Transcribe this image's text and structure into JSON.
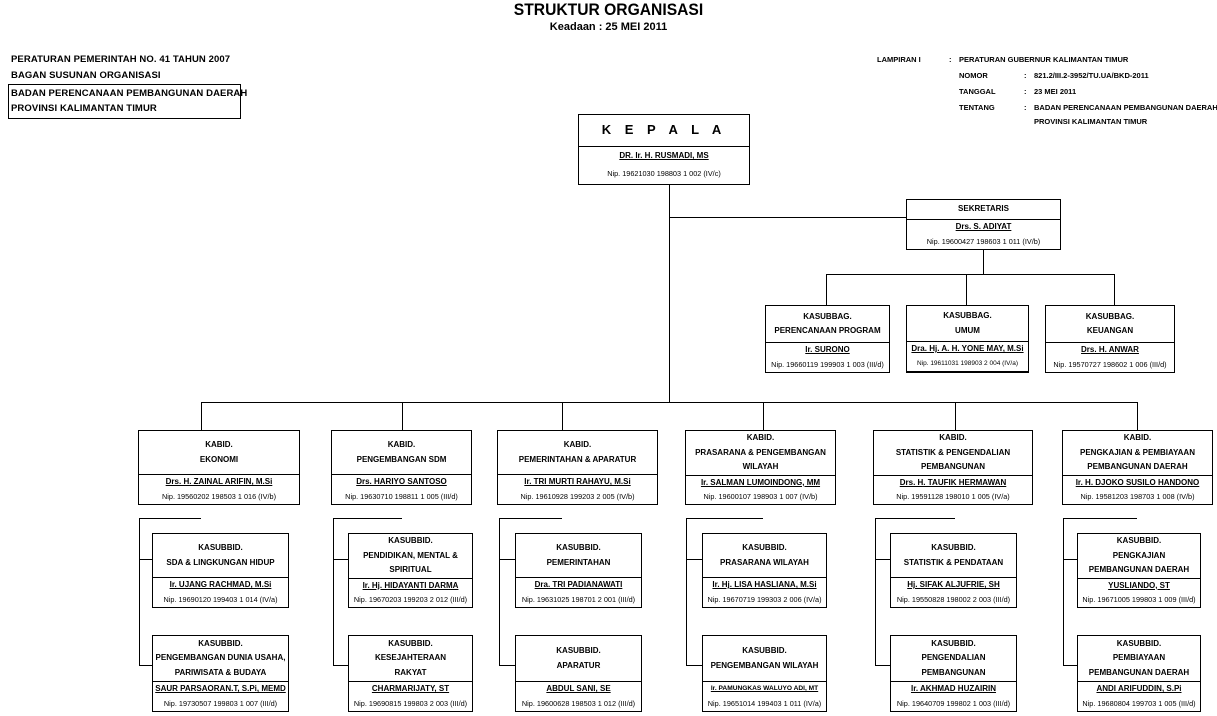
{
  "title": "STRUKTUR ORGANISASI",
  "subtitle": "Keadaan :  25 MEI 2011",
  "left_header": {
    "line1": "PERATURAN PEMERINTAH NO. 41 TAHUN 2007",
    "line2": "BAGAN SUSUNAN ORGANISASI",
    "line3": "BADAN PERENCANAAN PEMBANGUNAN DAERAH",
    "line4": "PROVINSI KALIMANTAN TIMUR"
  },
  "lampiran": {
    "label": "LAMPIRAN  I",
    "sep": ":",
    "value": "PERATURAN GUBERNUR KALIMANTAN TIMUR",
    "nomor_label": "NOMOR",
    "nomor_value": "821.2/III.2-3952/TU.UA/BKD-2011",
    "tanggal_label": "TANGGAL",
    "tanggal_value": "23 MEI 2011",
    "tentang_label": "TENTANG",
    "tentang_value1": "BADAN PERENCANAAN PEMBANGUNAN DAERAH",
    "tentang_value2": "PROVINSI KALIMANTAN TIMUR"
  },
  "kepala": {
    "title": "K E P A L A",
    "name": "DR. Ir. H. RUSMADI, MS",
    "nip": "Nip. 19621030 198803 1 002 (IV/c)"
  },
  "sekretaris": {
    "title": "SEKRETARIS",
    "name": "Drs. S. ADIYAT",
    "nip": "Nip. 19600427 198603 1 011 (IV/b)"
  },
  "kasubbag": [
    {
      "line1": "KASUBBAG.",
      "line2": "PERENCANAAN PROGRAM",
      "name": "Ir. SURONO",
      "nip": "Nip. 19660119 199903 1 003 (III/d)"
    },
    {
      "line1": "KASUBBAG.",
      "line2": "UMUM",
      "name": "Dra. Hj. A. H. YONE MAY, M.Si",
      "nip": "Nip. 19611031 198903 2 004 (IV/a)"
    },
    {
      "line1": "KASUBBAG.",
      "line2": "KEUANGAN",
      "name": "Drs. H. ANWAR",
      "nip": "Nip. 19570727 198602 1 006 (III/d)"
    }
  ],
  "kabid": [
    {
      "line1": "KABID.",
      "line2": "EKONOMI",
      "line3": "",
      "name": "Drs. H. ZAINAL ARIFIN, M.Si",
      "nip": "Nip. 19560202 198503 1 016 (IV/b)"
    },
    {
      "line1": "KABID.",
      "line2": "PENGEMBANGAN SDM",
      "line3": "",
      "name": "Drs. HARIYO SANTOSO",
      "nip": "Nip. 19630710 198811 1 005 (III/d)"
    },
    {
      "line1": "KABID.",
      "line2": "PEMERINTAHAN & APARATUR",
      "line3": "",
      "name": "Ir. TRI MURTI RAHAYU, M.Si",
      "nip": "Nip. 19610928 199203 2 005 (IV/b)"
    },
    {
      "line1": "KABID.",
      "line2": "PRASARANA & PENGEMBANGAN",
      "line3": "WILAYAH",
      "name": "Ir. SALMAN LUMOINDONG, MM",
      "nip": "Nip. 19600107 198903 1 007 (IV/b)"
    },
    {
      "line1": "KABID.",
      "line2": "STATISTIK & PENGENDALIAN",
      "line3": "PEMBANGUNAN",
      "name": "Drs. H. TAUFIK HERMAWAN",
      "nip": "Nip. 19591128 198010 1 005 (IV/a)"
    },
    {
      "line1": "KABID.",
      "line2": "PENGKAJIAN & PEMBIAYAAN",
      "line3": "PEMBANGUNAN DAERAH",
      "name": "Ir. H. DJOKO SUSILO HANDONO",
      "nip": "Nip. 19581203 198703 1 008 (IV/b)"
    }
  ],
  "kasubbid_row1": [
    {
      "line1": "KASUBBID.",
      "line2": "SDA & LINGKUNGAN HIDUP",
      "line3": "",
      "name": "Ir. UJANG RACHMAD, M.Si",
      "nip": "Nip. 19690120 199403 1 014 (IV/a)"
    },
    {
      "line1": "KASUBBID.",
      "line2": "PENDIDIKAN, MENTAL &",
      "line3": "SPIRITUAL",
      "name": "Ir. Hj. HIDAYANTI DARMA",
      "nip": "Nip. 19670203 199203 2 012 (III/d)"
    },
    {
      "line1": "KASUBBID.",
      "line2": "PEMERINTAHAN",
      "line3": "",
      "name": "Dra. TRI PADIANAWATI",
      "nip": "Nip. 19631025 198701 2 001 (III/d)"
    },
    {
      "line1": "KASUBBID.",
      "line2": "PRASARANA WILAYAH",
      "line3": "",
      "name": "Ir. Hj. LISA HASLIANA, M.Si",
      "nip": "Nip. 19670719 199303 2 006 (IV/a)"
    },
    {
      "line1": "KASUBBID.",
      "line2": "STATISTIK & PENDATAAN",
      "line3": "",
      "name": "Hj. SIFAK ALJUFRIE, SH",
      "nip": "Nip. 19550828 198002 2 003 (III/d)"
    },
    {
      "line1": "KASUBBID.",
      "line2": "PENGKAJIAN",
      "line3": "PEMBANGUNAN DAERAH",
      "name": "YUSLIANDO, ST",
      "nip": "Nip. 19671005 199803 1 009 (III/d)"
    }
  ],
  "kasubbid_row2": [
    {
      "line1": "KASUBBID.",
      "line2": "PENGEMBANGAN DUNIA USAHA,",
      "line3": "PARIWISATA & BUDAYA",
      "name": "SAUR PARSAORAN.T, S.Pi, MEMD",
      "nip": "Nip. 19730507 199803 1 007 (III/d)"
    },
    {
      "line1": "KASUBBID.",
      "line2": "KESEJAHTERAAN",
      "line3": "RAKYAT",
      "name": "CHARMARIJATY, ST",
      "nip": "Nip. 19690815 199803 2 003 (III/d)"
    },
    {
      "line1": "KASUBBID.",
      "line2": "APARATUR",
      "line3": "",
      "name": "ABDUL SANI, SE",
      "nip": "Nip. 19600628 198503 1 012 (III/d)"
    },
    {
      "line1": "KASUBBID.",
      "line2": "PENGEMBANGAN WILAYAH",
      "line3": "",
      "name": "Ir. PAMUNGKAS WALUYO ADI, MT",
      "nip": "Nip. 19651014 199403 1 011 (IV/a)"
    },
    {
      "line1": "KASUBBID.",
      "line2": "PENGENDALIAN",
      "line3": "PEMBANGUNAN",
      "name": "Ir. AKHMAD HUZAIRIN",
      "nip": "Nip. 19640709 199802 1 003 (III/d)"
    },
    {
      "line1": "KASUBBID.",
      "line2": "PEMBIAYAAN",
      "line3": "PEMBANGUNAN DAERAH",
      "name": "ANDI ARIFUDDIN, S.Pi",
      "nip": "Nip. 19680804 199703 1 005 (III/d)"
    }
  ]
}
